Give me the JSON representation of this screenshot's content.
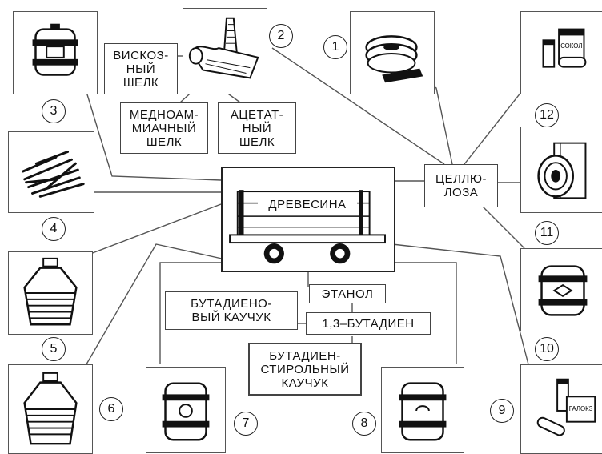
{
  "center": {
    "label": "ДРЕВЕСИНА"
  },
  "cellulose": {
    "label": "ЦЕЛЛЮ-\nЛОЗА"
  },
  "silks": {
    "viscose": "ВИСКОЗ-\nНЫЙ\nШЕЛК",
    "copper_ammonia": "МЕДНОАМ-\nМИАЧНЫЙ\nШЕЛК",
    "acetate": "АЦЕТАТ-\nНЫЙ\nШЕЛК"
  },
  "chemistry": {
    "ethanol": "ЭТАНОЛ",
    "butadiene": "1,3–БУТАДИЕН",
    "butadiene_rubber": "БУТАДИЕНО-\nВЫЙ КАУЧУК",
    "styrene_rubber": "БУТАДИЕН-\nСТИРОЛЬНЫЙ\nКАУЧУК"
  },
  "numbers": [
    "1",
    "2",
    "3",
    "4",
    "5",
    "6",
    "7",
    "8",
    "9",
    "10",
    "11",
    "12"
  ],
  "icon_labels": {
    "jar": "СОКОЛ",
    "package": "ГАЛОКЗ"
  },
  "icons": [
    "film-reels-icon",
    "fabric-roll-icon",
    "barrel-icon",
    "wood-chips-icon",
    "carboy-icon",
    "carboy-icon",
    "drum-icon",
    "drum-icon",
    "cans-icon",
    "barrel-icon",
    "paper-roll-icon",
    "jar-cans-icon"
  ]
}
